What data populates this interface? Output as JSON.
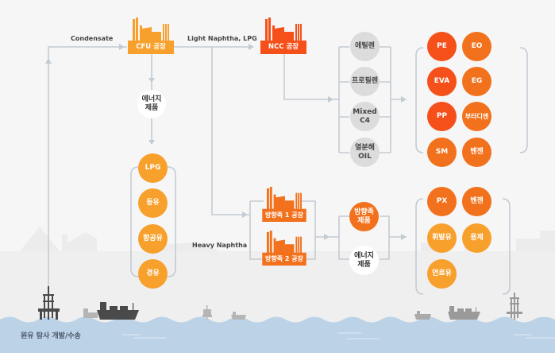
{
  "colors": {
    "background": "#f6f6f6",
    "line": "#c3cbd3",
    "cfu_orange": "#f7a02c",
    "ncc_red": "#f5501a",
    "aromatic_orange": "#f2711c",
    "grey_node": "#dcdcdc",
    "sea": "#bcd3e7"
  },
  "flow_labels": {
    "condensate": "Condensate",
    "light_naphtha": "Light Naphtha, LPG",
    "heavy_naphtha": "Heavy Naphtha"
  },
  "plants": {
    "cfu": "CFU 공장",
    "ncc": "NCC 공장",
    "aromatic1": "방향족 1 공장",
    "aromatic2": "방향족 2 공장"
  },
  "cfu_energy": "에너지\n제품",
  "cfu_products": [
    "LPG",
    "등유",
    "항공유",
    "경유"
  ],
  "ncc_intermediates": [
    "에틸렌",
    "프로필렌",
    "Mixed\nC4",
    "열분해\nOIL"
  ],
  "ncc_products": [
    {
      "label": "PE",
      "color": "red"
    },
    {
      "label": "EO",
      "color": "deep"
    },
    {
      "label": "EVA",
      "color": "red"
    },
    {
      "label": "EG",
      "color": "deep"
    },
    {
      "label": "PP",
      "color": "red"
    },
    {
      "label": "부타디엔",
      "color": "deep"
    },
    {
      "label": "SM",
      "color": "deep"
    },
    {
      "label": "벤젠",
      "color": "deep"
    }
  ],
  "aromatic_outputs": {
    "aromatic_products": "방향족\n제품",
    "energy_products": "에너지\n제품"
  },
  "aromatic_products": [
    {
      "label": "PX",
      "color": "deep"
    },
    {
      "label": "벤젠",
      "color": "deep"
    },
    {
      "label": "휘발유",
      "color": "orange"
    },
    {
      "label": "용제",
      "color": "orange"
    },
    {
      "label": "연료유",
      "color": "orange"
    }
  ],
  "sea_label": "원유 탐사 개발/수송"
}
